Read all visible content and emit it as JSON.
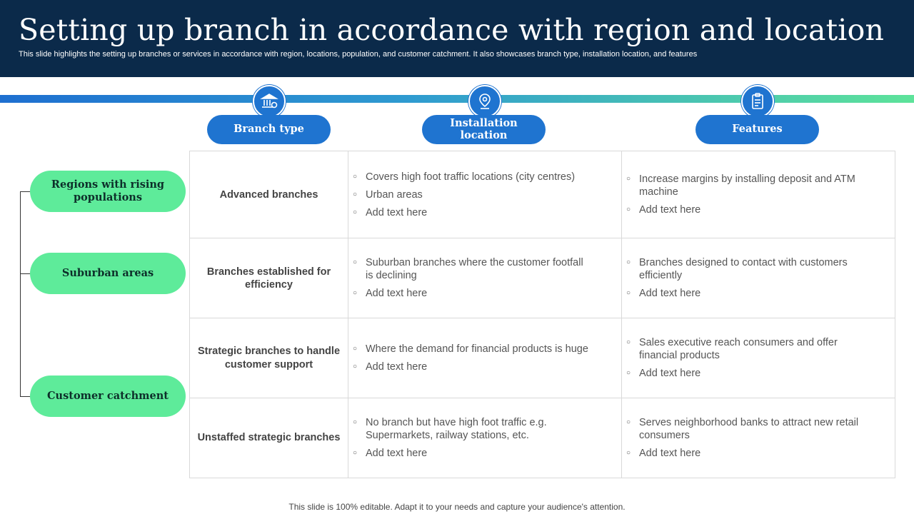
{
  "header": {
    "title": "Setting up branch in accordance with region and location",
    "subtitle": "This slide highlights the setting up branches or services in accordance with region, locations, population, and customer catchment. It also showcases branch type, installation location, and features"
  },
  "columns": {
    "branch_type": {
      "label": "Branch type",
      "icon": "bank-icon"
    },
    "installation_location": {
      "label": "Installation location",
      "icon": "location-pin-icon"
    },
    "features": {
      "label": "Features",
      "icon": "clipboard-icon"
    }
  },
  "categories": [
    {
      "label": "Regions with rising populations"
    },
    {
      "label": "Suburban areas"
    },
    {
      "label": "Customer catchment"
    }
  ],
  "rows": [
    {
      "type": "Advanced branches",
      "location": [
        "Covers high foot traffic locations (city centres)",
        "Urban areas",
        "Add text here"
      ],
      "features": [
        "Increase margins by installing deposit and ATM machine",
        "Add text here"
      ]
    },
    {
      "type": "Branches established for efficiency",
      "location": [
        "Suburban branches where the customer footfall is declining",
        "Add text here"
      ],
      "features": [
        "Branches designed to contact with customers efficiently",
        "Add text here"
      ]
    },
    {
      "type": "Strategic branches to handle customer support",
      "location": [
        "Where the demand for financial products is huge",
        "Add text here"
      ],
      "features": [
        "Sales executive reach consumers and offer financial products",
        "Add text here"
      ]
    },
    {
      "type": "Unstaffed strategic branches",
      "location": [
        "No branch but have high foot traffic e.g. Supermarkets, railway stations, etc.",
        "Add text here"
      ],
      "features": [
        "Serves neighborhood banks to attract new retail consumers",
        "Add text here"
      ]
    }
  ],
  "footer": {
    "text": "This slide is 100% editable. Adapt it to your needs and capture your audience's attention."
  },
  "colors": {
    "header_bg": "#0b2a4a",
    "accent_blue": "#1f74d0",
    "accent_green": "#5eeb9a"
  }
}
